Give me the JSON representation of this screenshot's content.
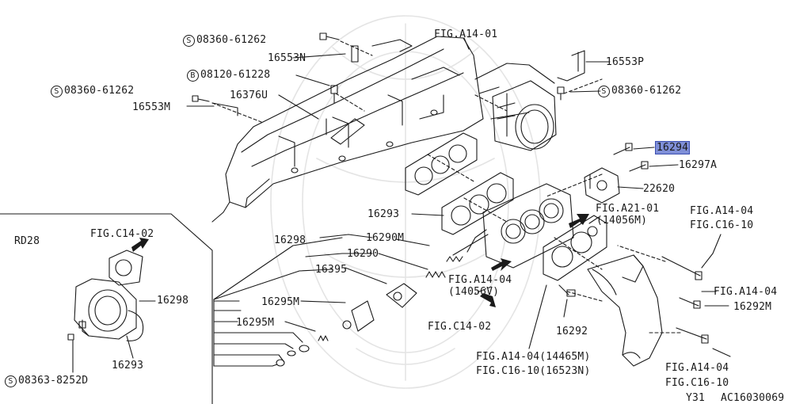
{
  "labels": {
    "fig_a14_01": "FIG.A14-01",
    "bolt_08360_61262_top": "08360-61262",
    "p16553N": "16553N",
    "p16553P": "16553P",
    "bolt_08120_61228": "08120-61228",
    "bolt_08360_61262_left": "08360-61262",
    "bolt_08360_61262_right": "08360-61262",
    "p16553M": "16553M",
    "p16376U": "16376U",
    "p16294": "16294",
    "p16297A": "16297A",
    "p22620": "22620",
    "p16293_main": "16293",
    "fig_a21_01": "FIG.A21-01",
    "fig_a21_01_sub": "(14056M)",
    "fig_a14_04_a": "FIG.A14-04",
    "fig_c16_10_a": "FIG.C16-10",
    "rd28": "RD28",
    "fig_c14_02_top": "FIG.C14-02",
    "p16298_main": "16298",
    "p16290M": "16290M",
    "p16290": "16290",
    "p16395": "16395",
    "fig_a14_04_b": "FIG.A14-04",
    "fig_a14_04_b_sub": "(14056V)",
    "fig_a14_04_c": "FIG.A14-04",
    "p16292M": "16292M",
    "p16298_inset": "16298",
    "p16295M_a": "16295M",
    "p16295M_b": "16295M",
    "fig_c14_02_bottom": "FIG.C14-02",
    "p16292": "16292",
    "p16293_inset": "16293",
    "fig_a14_04_14465M": "FIG.A14-04(14465M)",
    "fig_c16_10_16523N": "FIG.C16-10(16523N)",
    "fig_a14_04_d": "FIG.A14-04",
    "fig_c16_10_d": "FIG.C16-10",
    "bolt_08363_8252D": "08363-8252D",
    "page_code": "Y31",
    "diagram_code": "AC16030069"
  },
  "symbols": {
    "s": "S",
    "b": "B"
  }
}
